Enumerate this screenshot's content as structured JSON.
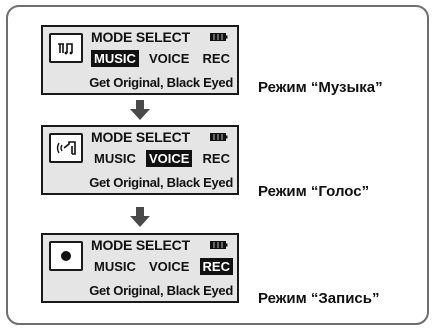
{
  "screens": [
    {
      "icon": "music-note-icon",
      "title": "MODE SELECT",
      "modes": [
        "MUSIC",
        "VOICE",
        "REC"
      ],
      "active_mode": 0,
      "track": "Get Original, Black Eyed",
      "caption": "Режим “Музыка”"
    },
    {
      "icon": "voice-icon",
      "title": "MODE SELECT",
      "modes": [
        "MUSIC",
        "VOICE",
        "REC"
      ],
      "active_mode": 1,
      "track": "Get Original, Black Eyed",
      "caption": "Режим “Голос”"
    },
    {
      "icon": "record-dot-icon",
      "title": "MODE SELECT",
      "modes": [
        "MUSIC",
        "VOICE",
        "REC"
      ],
      "active_mode": 2,
      "track": "Get Original, Black Eyed",
      "caption": "Режим “Запись”"
    }
  ],
  "colors": {
    "border": "#6e6e6e",
    "screen_bg": "#e5e5e5",
    "ink": "#111111",
    "arrow": "#4a4a4a"
  }
}
